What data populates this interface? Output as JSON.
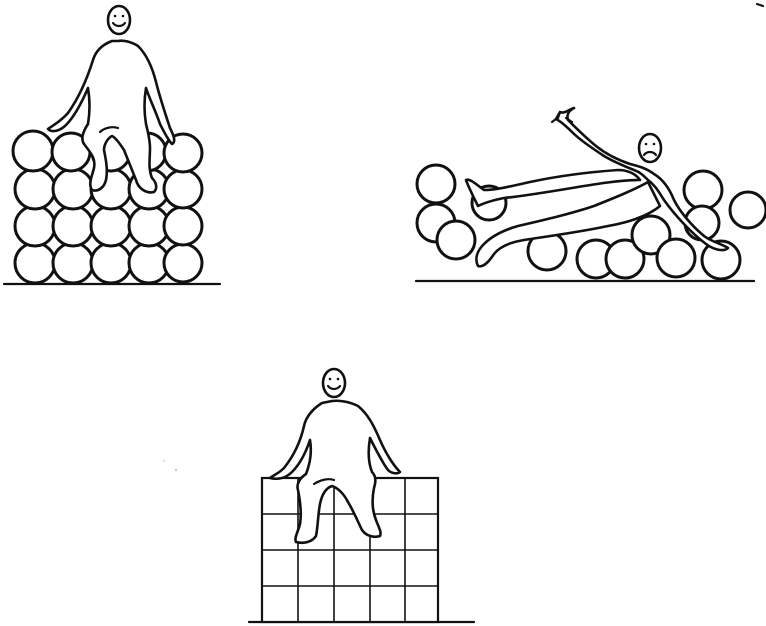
{
  "figure": {
    "panels": [
      {
        "id": "stacked-spheres",
        "sphere_grid": {
          "rows": 4,
          "columns": 5
        },
        "figure_mood": "smiling"
      },
      {
        "id": "loose-spheres",
        "figure_mood": "frowning",
        "figure_pose": "falling"
      },
      {
        "id": "cube-blocks",
        "block_grid": {
          "rows": 4,
          "columns": 5
        },
        "figure_mood": "smiling"
      }
    ],
    "colors": {
      "ink": "#111111",
      "background": "#ffffff"
    }
  }
}
